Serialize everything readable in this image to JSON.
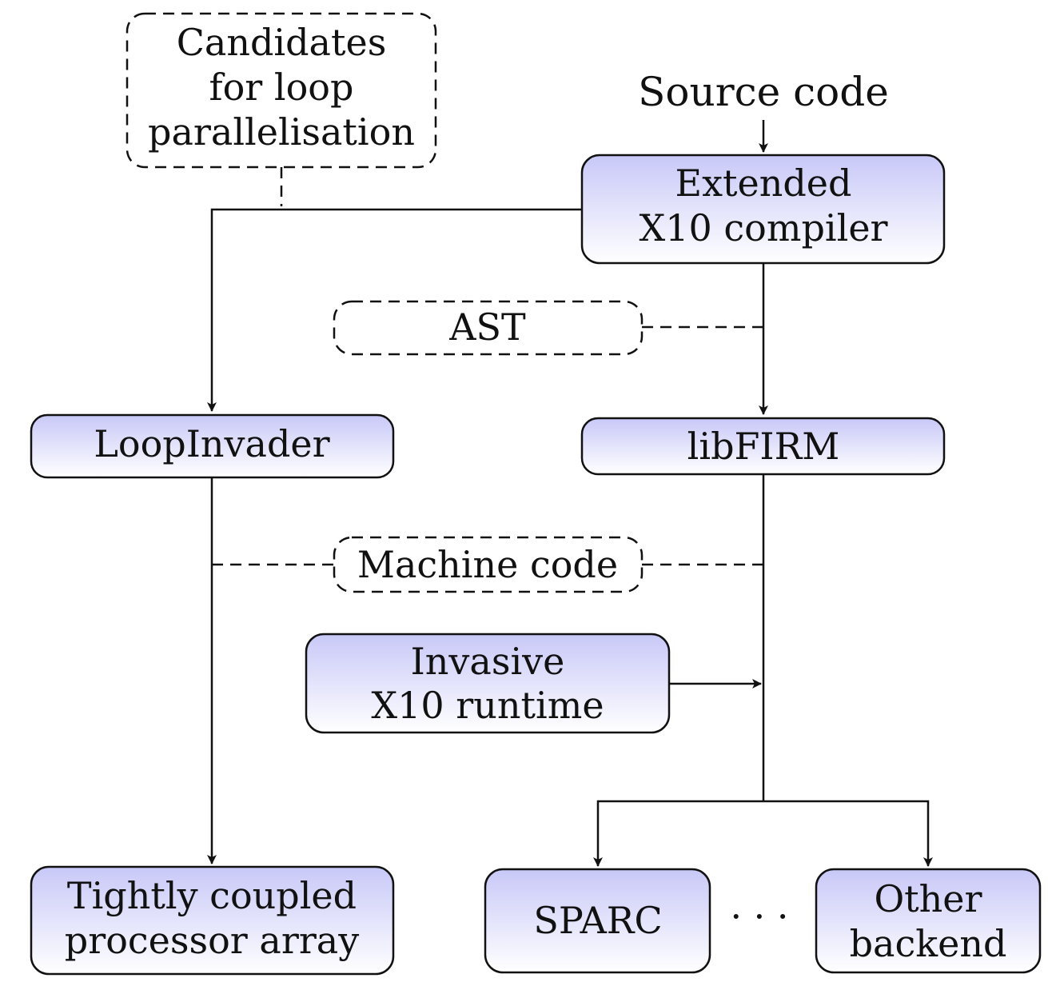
{
  "nodes": {
    "source_code": {
      "label": "Source code"
    },
    "candidates": {
      "lines": [
        "Candidates",
        "for loop",
        "parallelisation"
      ]
    },
    "x10_compiler": {
      "lines": [
        "Extended",
        "X10 compiler"
      ]
    },
    "ast": {
      "label": "AST"
    },
    "loopinvader": {
      "label": "LoopInvader"
    },
    "libfirm": {
      "label": "libFIRM"
    },
    "machine_code": {
      "label": "Machine code"
    },
    "runtime": {
      "lines": [
        "Invasive",
        "X10 runtime"
      ]
    },
    "tcpa": {
      "lines": [
        "Tightly coupled",
        "processor array"
      ]
    },
    "sparc": {
      "label": "SPARC"
    },
    "ellipsis": {
      "label": "· · ·"
    },
    "other_backend": {
      "lines": [
        "Other",
        "backend"
      ]
    }
  },
  "colors": {
    "box_fill_top": "#c8c8f8",
    "box_fill_bottom": "#ffffff",
    "stroke": "#111111"
  }
}
